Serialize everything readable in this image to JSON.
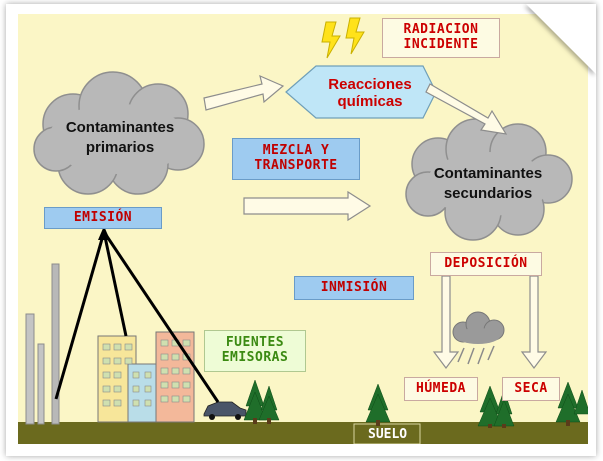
{
  "labels": {
    "radiacion": "RADIACION INCIDENTE",
    "reacciones": "Reacciones químicas",
    "contaminantes_primarios": "Contaminantes primarios",
    "contaminantes_secundarios": "Contaminantes secundarios",
    "mezcla": "MEZCLA Y TRANSPORTE",
    "emision": "EMISIÓN",
    "inmision": "INMISIÓN",
    "deposicion": "DEPOSICIÓN",
    "humeda": "HÚMEDA",
    "seca": "SECA",
    "fuentes": "FUENTES EMISORAS",
    "suelo": "SUELO"
  },
  "colors": {
    "background": "#fbf6c6",
    "ground": "#6b6a1e",
    "cloud": "#b8b8b8",
    "hexagon": "#bfe6f7",
    "label_red": "#cc0000",
    "label_green": "#3b8a12",
    "box_blue": "#9ecbf0",
    "tree": "#1f6e2a"
  }
}
